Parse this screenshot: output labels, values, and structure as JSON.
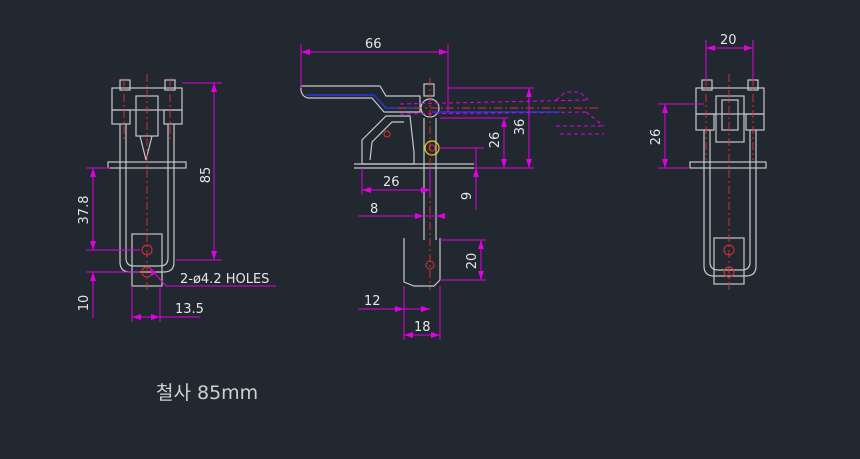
{
  "dimensions": {
    "front_height": "85",
    "front_mid": "37.8",
    "front_bottom": "10",
    "front_width": "13.5",
    "holes": "2-ø4.2 HOLES",
    "side_length": "66",
    "side_26a": "26",
    "side_36": "36",
    "side_26b": "26",
    "side_9": "9",
    "side_8": "8",
    "side_20": "20",
    "side_12": "12",
    "side_18": "18",
    "rear_width": "20",
    "rear_height": "26"
  },
  "caption": "철사 85mm",
  "colors": {
    "background": "#212830",
    "dimension": "#e100e1",
    "part": "#c8c8c8",
    "centerline": "#e03030",
    "handle": "#2a3cff",
    "pivot": "#e6d200"
  }
}
